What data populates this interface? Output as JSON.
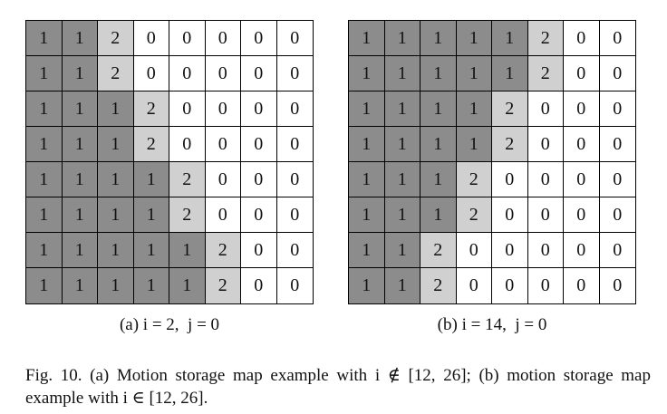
{
  "panel_a": {
    "grid": [
      [
        "1",
        "1",
        "2",
        "0",
        "0",
        "0",
        "0",
        "0"
      ],
      [
        "1",
        "1",
        "2",
        "0",
        "0",
        "0",
        "0",
        "0"
      ],
      [
        "1",
        "1",
        "1",
        "2",
        "0",
        "0",
        "0",
        "0"
      ],
      [
        "1",
        "1",
        "1",
        "2",
        "0",
        "0",
        "0",
        "0"
      ],
      [
        "1",
        "1",
        "1",
        "1",
        "2",
        "0",
        "0",
        "0"
      ],
      [
        "1",
        "1",
        "1",
        "1",
        "2",
        "0",
        "0",
        "0"
      ],
      [
        "1",
        "1",
        "1",
        "1",
        "1",
        "2",
        "0",
        "0"
      ],
      [
        "1",
        "1",
        "1",
        "1",
        "1",
        "2",
        "0",
        "0"
      ]
    ],
    "caption": "(a) i = 2,  j = 0"
  },
  "panel_b": {
    "grid": [
      [
        "1",
        "1",
        "1",
        "1",
        "1",
        "2",
        "0",
        "0"
      ],
      [
        "1",
        "1",
        "1",
        "1",
        "1",
        "2",
        "0",
        "0"
      ],
      [
        "1",
        "1",
        "1",
        "1",
        "2",
        "0",
        "0",
        "0"
      ],
      [
        "1",
        "1",
        "1",
        "1",
        "2",
        "0",
        "0",
        "0"
      ],
      [
        "1",
        "1",
        "1",
        "2",
        "0",
        "0",
        "0",
        "0"
      ],
      [
        "1",
        "1",
        "1",
        "2",
        "0",
        "0",
        "0",
        "0"
      ],
      [
        "1",
        "1",
        "2",
        "0",
        "0",
        "0",
        "0",
        "0"
      ],
      [
        "1",
        "1",
        "2",
        "0",
        "0",
        "0",
        "0",
        "0"
      ]
    ],
    "caption": "(b) i = 14,  j = 0"
  },
  "colors": {
    "value_1": "#8c8c8c",
    "value_2": "#d0d0d0",
    "value_0": "#ffffff"
  },
  "figure_caption": "Fig. 10.  (a) Motion storage map example with i ∉ [12, 26]; (b) motion storage map example with i ∈ [12, 26]."
}
